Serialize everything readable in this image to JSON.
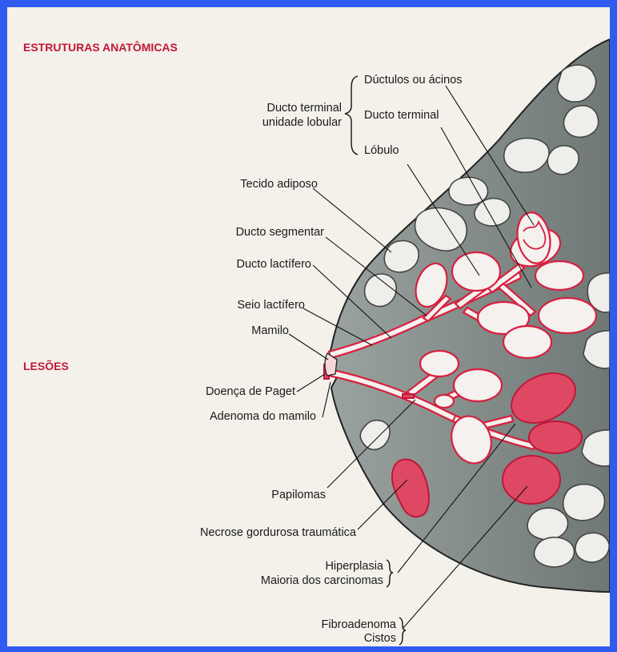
{
  "headings": {
    "anatomical": "ESTRUTURAS ANATÔMICAS",
    "lesions": "LESÕES"
  },
  "labels": {
    "ductulos": "Dúctulos ou ácinos",
    "ducto_terminal_unidade_1": "Ducto terminal",
    "ducto_terminal_unidade_2": "unidade lobular",
    "ducto_terminal": "Ducto terminal",
    "lobulo": "Lóbulo",
    "tecido_adiposo": "Tecido adiposo",
    "ducto_segmentar": "Ducto segmentar",
    "ducto_lactifero": "Ducto lactífero",
    "seio_lactifero": "Seio lactífero",
    "mamilo": "Mamilo",
    "doenca_paget": "Doença de Paget",
    "adenoma_mamilo": "Adenoma do mamilo",
    "papilomas": "Papilomas",
    "necrose": "Necrose gordurosa traumática",
    "hiperplasia": "Hiperplasia",
    "carcinomas": "Maioria dos carcinomas",
    "fibroadenoma": "Fibroadenoma",
    "cistos": "Cistos"
  },
  "colors": {
    "border": "#2f5bf0",
    "background": "#f3f1ea",
    "breast_tissue": "#7e8784",
    "duct_red": "#d81f3f",
    "lesion_pink": "#df4863",
    "heading_red": "#c4163a"
  }
}
